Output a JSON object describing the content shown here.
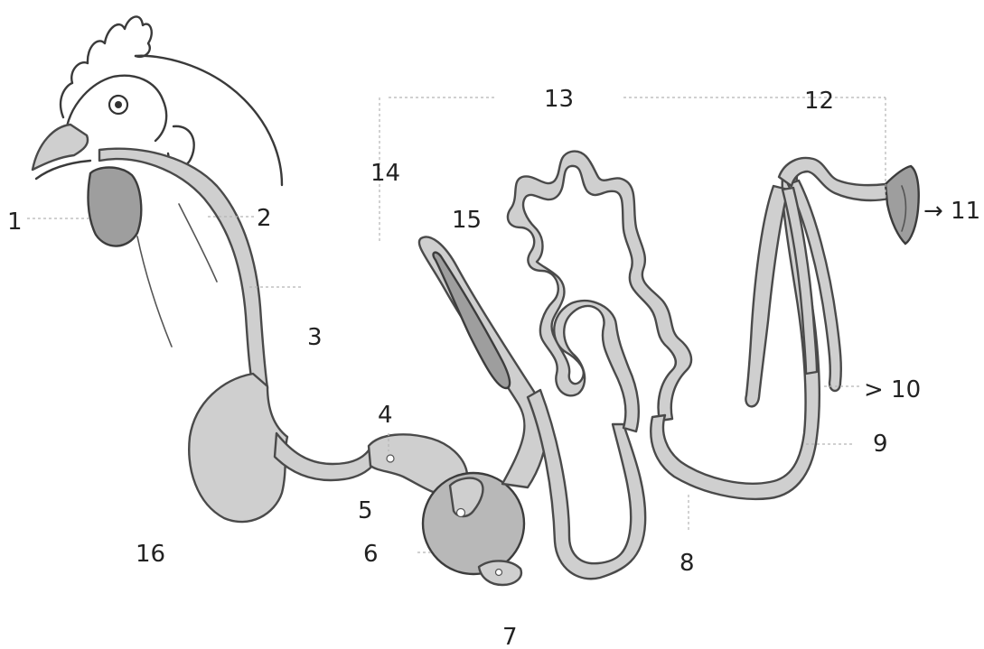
{
  "labels": {
    "l1": "1",
    "l2": "2",
    "l3": "3",
    "l4": "4",
    "l5": "5",
    "l6": "6",
    "l7": "7",
    "l8": "8",
    "l9": "9",
    "l10": "> 10",
    "l11": "→ 11",
    "l12": "12",
    "l13": "13",
    "l14": "14",
    "l15": "15",
    "l16": "16"
  },
  "colors": {
    "organ_fill": "#cfcfcf",
    "organ_dark": "#9e9e9e",
    "outline": "#3a3a3a",
    "leader": "#b5b5b5"
  }
}
